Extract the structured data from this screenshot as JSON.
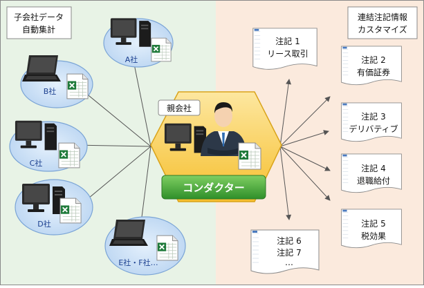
{
  "left_title": {
    "line1": "子会社データ",
    "line2": "自動集計"
  },
  "right_title": {
    "line1": "連結注記情報",
    "line2": "カスタマイズ"
  },
  "parent": {
    "label": "親会社"
  },
  "conductor": {
    "label": "コンダクター"
  },
  "subsidiaries": [
    {
      "label": "A社"
    },
    {
      "label": "B社"
    },
    {
      "label": "C社"
    },
    {
      "label": "D社"
    },
    {
      "label": "E社・F社…"
    }
  ],
  "notes": [
    {
      "line1": "注記 1",
      "line2": "リース取引",
      "line3": ""
    },
    {
      "line1": "注記 2",
      "line2": "有価証券",
      "line3": ""
    },
    {
      "line1": "注記 3",
      "line2": "デリバティブ",
      "line3": ""
    },
    {
      "line1": "注記 4",
      "line2": "退職給付",
      "line3": ""
    },
    {
      "line1": "注記 5",
      "line2": "税効果",
      "line3": ""
    },
    {
      "line1": "注記 6",
      "line2": "注記 7",
      "line3": "…"
    }
  ],
  "colors": {
    "left_bg": "#e8f3e6",
    "right_bg": "#fbeadd",
    "ellipse_fill": "#cfe2f7",
    "ellipse_stroke": "#7aa4d6",
    "hexagon_fill": "#f9cc4c",
    "hexagon_stroke": "#d9a31a",
    "conductor_button": "#48a83e",
    "excel_green": "#1f7a3a",
    "line": "#555555"
  }
}
